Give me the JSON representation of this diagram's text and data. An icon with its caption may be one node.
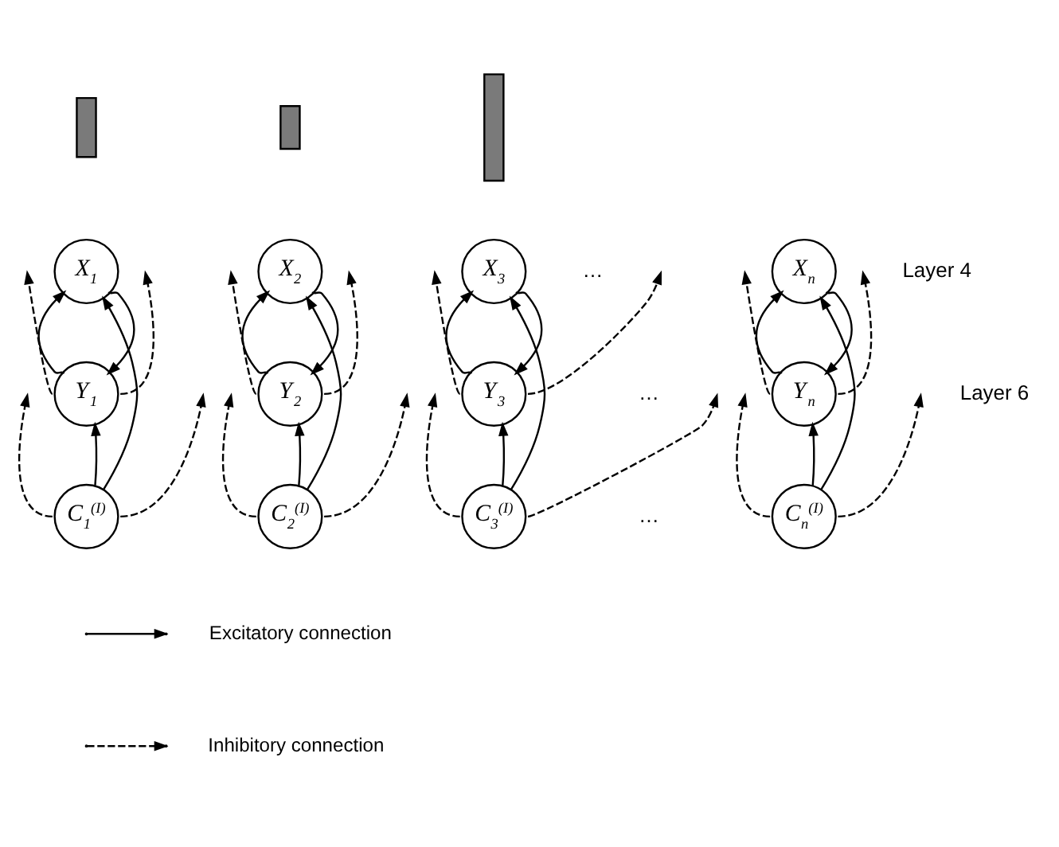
{
  "diagram": {
    "nodes": [
      {
        "text": [],
        "shape": "bar"
      },
      {
        "text": [],
        "shape": "bar"
      },
      {
        "text": [],
        "shape": "bar"
      },
      {
        "text": [
          "X$_{1}$"
        ]
      },
      {
        "text": [
          "X$_{2}$"
        ]
      },
      {
        "text": [
          "X$_{3}$"
        ]
      },
      {
        "text": [
          "X$_{n}$"
        ]
      },
      {
        "text": [
          "Y$_{1}$"
        ]
      },
      {
        "text": [
          "Y$_{2}$"
        ]
      },
      {
        "text": [
          "Y$_{3}$"
        ]
      },
      {
        "text": [
          "Y$_{n}$"
        ]
      },
      {
        "text": [
          "C$_{1}$$^{(I)}$"
        ]
      },
      {
        "text": [
          "C$_{2}$$^{(I)}$"
        ]
      },
      {
        "text": [
          "C$_{3}$$^{(I)}$"
        ]
      },
      {
        "text": [
          "C$_{n}$$^{(I)}$"
        ]
      }
    ],
    "edges": [
      {
        "from": 7,
        "to": 3,
        "arrow": "to"
      },
      {
        "from": 3,
        "to": 7,
        "arrow": "to"
      },
      {
        "from": 11,
        "to": 7,
        "arrow": "to"
      },
      {
        "from": 11,
        "to": 3,
        "arrow": "to"
      },
      {
        "from": 7,
        "to": null,
        "arrow": "to",
        "style": "dashed"
      },
      {
        "from": 7,
        "to": null,
        "arrow": "to",
        "style": "dashed"
      },
      {
        "from": 11,
        "to": null,
        "arrow": "to",
        "style": "dashed"
      },
      {
        "from": 11,
        "to": null,
        "arrow": "to",
        "style": "dashed"
      },
      {
        "from": 8,
        "to": 4,
        "arrow": "to"
      },
      {
        "from": 4,
        "to": 8,
        "arrow": "to"
      },
      {
        "from": 12,
        "to": 8,
        "arrow": "to"
      },
      {
        "from": 12,
        "to": 4,
        "arrow": "to"
      },
      {
        "from": 8,
        "to": null,
        "arrow": "to",
        "style": "dashed"
      },
      {
        "from": 8,
        "to": null,
        "arrow": "to",
        "style": "dashed"
      },
      {
        "from": 12,
        "to": null,
        "arrow": "to",
        "style": "dashed"
      },
      {
        "from": 12,
        "to": null,
        "arrow": "to",
        "style": "dashed"
      },
      {
        "from": 9,
        "to": 5,
        "arrow": "to"
      },
      {
        "from": 5,
        "to": 9,
        "arrow": "to"
      },
      {
        "from": 13,
        "to": 9,
        "arrow": "to"
      },
      {
        "from": 13,
        "to": 5,
        "arrow": "to"
      },
      {
        "from": 9,
        "to": null,
        "arrow": "to",
        "style": "dashed"
      },
      {
        "from": 9,
        "to": null,
        "arrow": "to",
        "style": "dashed"
      },
      {
        "from": 13,
        "to": null,
        "arrow": "to",
        "style": "dashed"
      },
      {
        "from": 13,
        "to": null,
        "arrow": "to",
        "style": "dashed"
      },
      {
        "from": 10,
        "to": 6,
        "arrow": "to"
      },
      {
        "from": 6,
        "to": 10,
        "arrow": "to"
      },
      {
        "from": 14,
        "to": 10,
        "arrow": "to"
      },
      {
        "from": 14,
        "to": 6,
        "arrow": "to"
      },
      {
        "from": 10,
        "to": null,
        "arrow": "to",
        "style": "dashed"
      },
      {
        "from": 10,
        "to": null,
        "arrow": "to",
        "style": "dashed"
      },
      {
        "from": 14,
        "to": null,
        "arrow": "to",
        "style": "dashed"
      },
      {
        "from": 14,
        "to": null,
        "arrow": "to",
        "style": "dashed"
      }
    ],
    "labels": [
      "…",
      "Layer 4",
      "…",
      "Layer 6",
      "…"
    ],
    "legend": [
      {
        "text": "Excitatory connection"
      },
      {
        "text": "Inhibitory connection"
      }
    ]
  }
}
